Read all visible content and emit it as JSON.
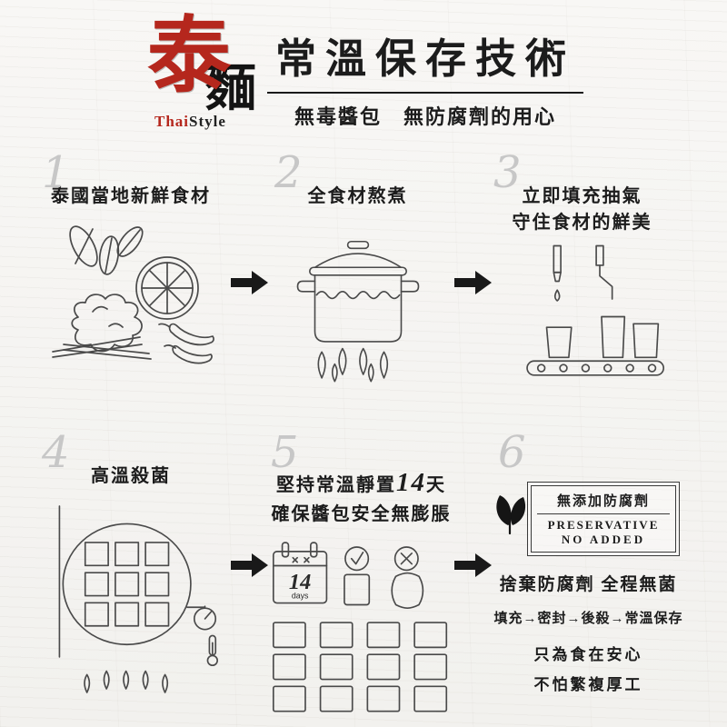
{
  "header": {
    "logo_char_main": "泰",
    "logo_char_back": "麵",
    "brand_thai": "Thai",
    "brand_style": "Style",
    "title": "常溫保存技術",
    "subtitle": "無毒醬包　無防腐劑的用心"
  },
  "steps": {
    "s1": {
      "num": "1",
      "title": "泰國當地新鮮食材"
    },
    "s2": {
      "num": "2",
      "title": "全食材熬煮"
    },
    "s3": {
      "num": "3",
      "title1": "立即填充抽氣",
      "title2": "守住食材的鮮美"
    },
    "s4": {
      "num": "4",
      "title": "高溫殺菌"
    },
    "s5": {
      "num": "5",
      "title1a": "堅持常溫靜置",
      "title1b": "14",
      "title1c": "天",
      "title2": "確保醬包安全無膨脹",
      "cal_day": "14",
      "cal_unit": "days"
    },
    "s6": {
      "num": "6",
      "badge_cn": "無添加防腐劑",
      "badge_en1": "PRESERVATIVE",
      "badge_en2": "NO ADDED",
      "line1": "捨棄防腐劑  全程無菌",
      "line2": "填充→密封→後殺→常溫保存",
      "line3": "只為食在安心",
      "line4": "不怕繁複厚工"
    }
  }
}
